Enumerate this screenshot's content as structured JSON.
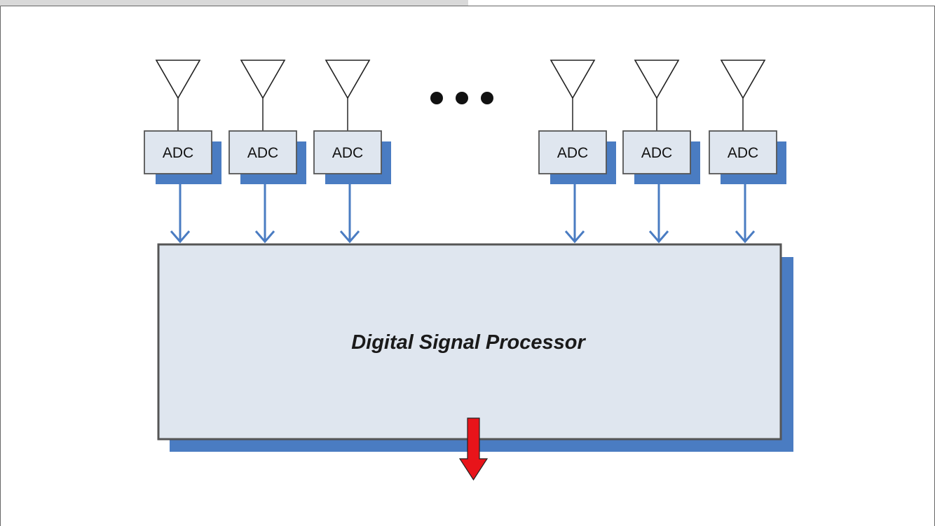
{
  "diagram": {
    "adc_label": "ADC",
    "dsp_label": "Digital Signal Processor",
    "channel_count_shown": 6,
    "ellipsis_dots": 3,
    "colors": {
      "box_fill": "#dfe6ef",
      "box_stroke": "#555555",
      "shadow": "#4a7cc2",
      "arrow": "#4a7cc2",
      "output_arrow": "#e8141a",
      "tab": "#d9d9d9"
    }
  }
}
